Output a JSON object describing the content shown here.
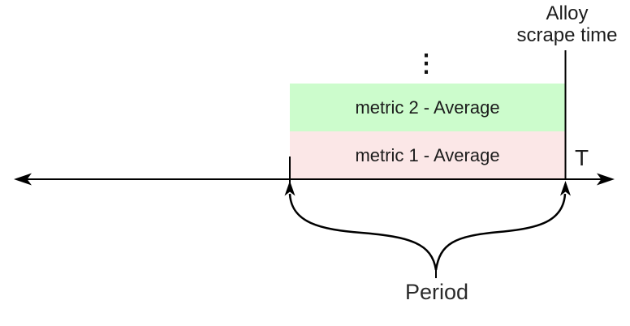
{
  "diagram": {
    "scrape_time_label": "Alloy\nscrape time",
    "t_label": "T",
    "period_label": "Period",
    "ellipsis": "⋮",
    "bars": [
      {
        "label": "metric 2 - Average",
        "color": "#ccfccc"
      },
      {
        "label": "metric 1 - Average",
        "color": "#fbe7e7"
      }
    ],
    "colors": {
      "line": "#000000",
      "text": "#1c1c1c",
      "metric2_fill": "#ccfccc",
      "metric1_fill": "#fbe7e7"
    }
  }
}
